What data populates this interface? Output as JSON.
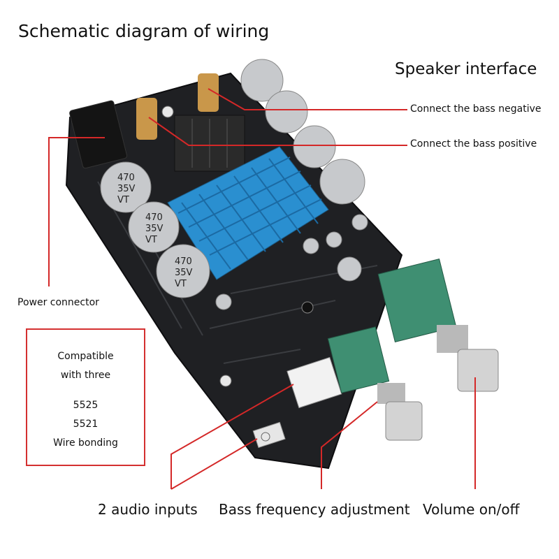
{
  "title": "Schematic diagram of wiring",
  "speaker_interface": "Speaker interface",
  "labels": {
    "bass_negative": "Connect the bass negative",
    "bass_positive": "Connect the bass positive",
    "power_connector": "Power connector"
  },
  "compat_box": {
    "line1": "Compatible",
    "line2": "with three",
    "line3": "5525",
    "line4": "5521",
    "line5": "Wire bonding"
  },
  "bottom": {
    "audio_inputs": "2 audio inputs",
    "bass_adjust": "Bass frequency adjustment",
    "volume": "Volume on/off"
  },
  "capacitor_text": [
    "470",
    "35V",
    "VT"
  ],
  "colors": {
    "pcb": "#1f2023",
    "heatsink": "#2a8fd0",
    "pot": "#3f8f72",
    "arrow": "#d42828"
  }
}
